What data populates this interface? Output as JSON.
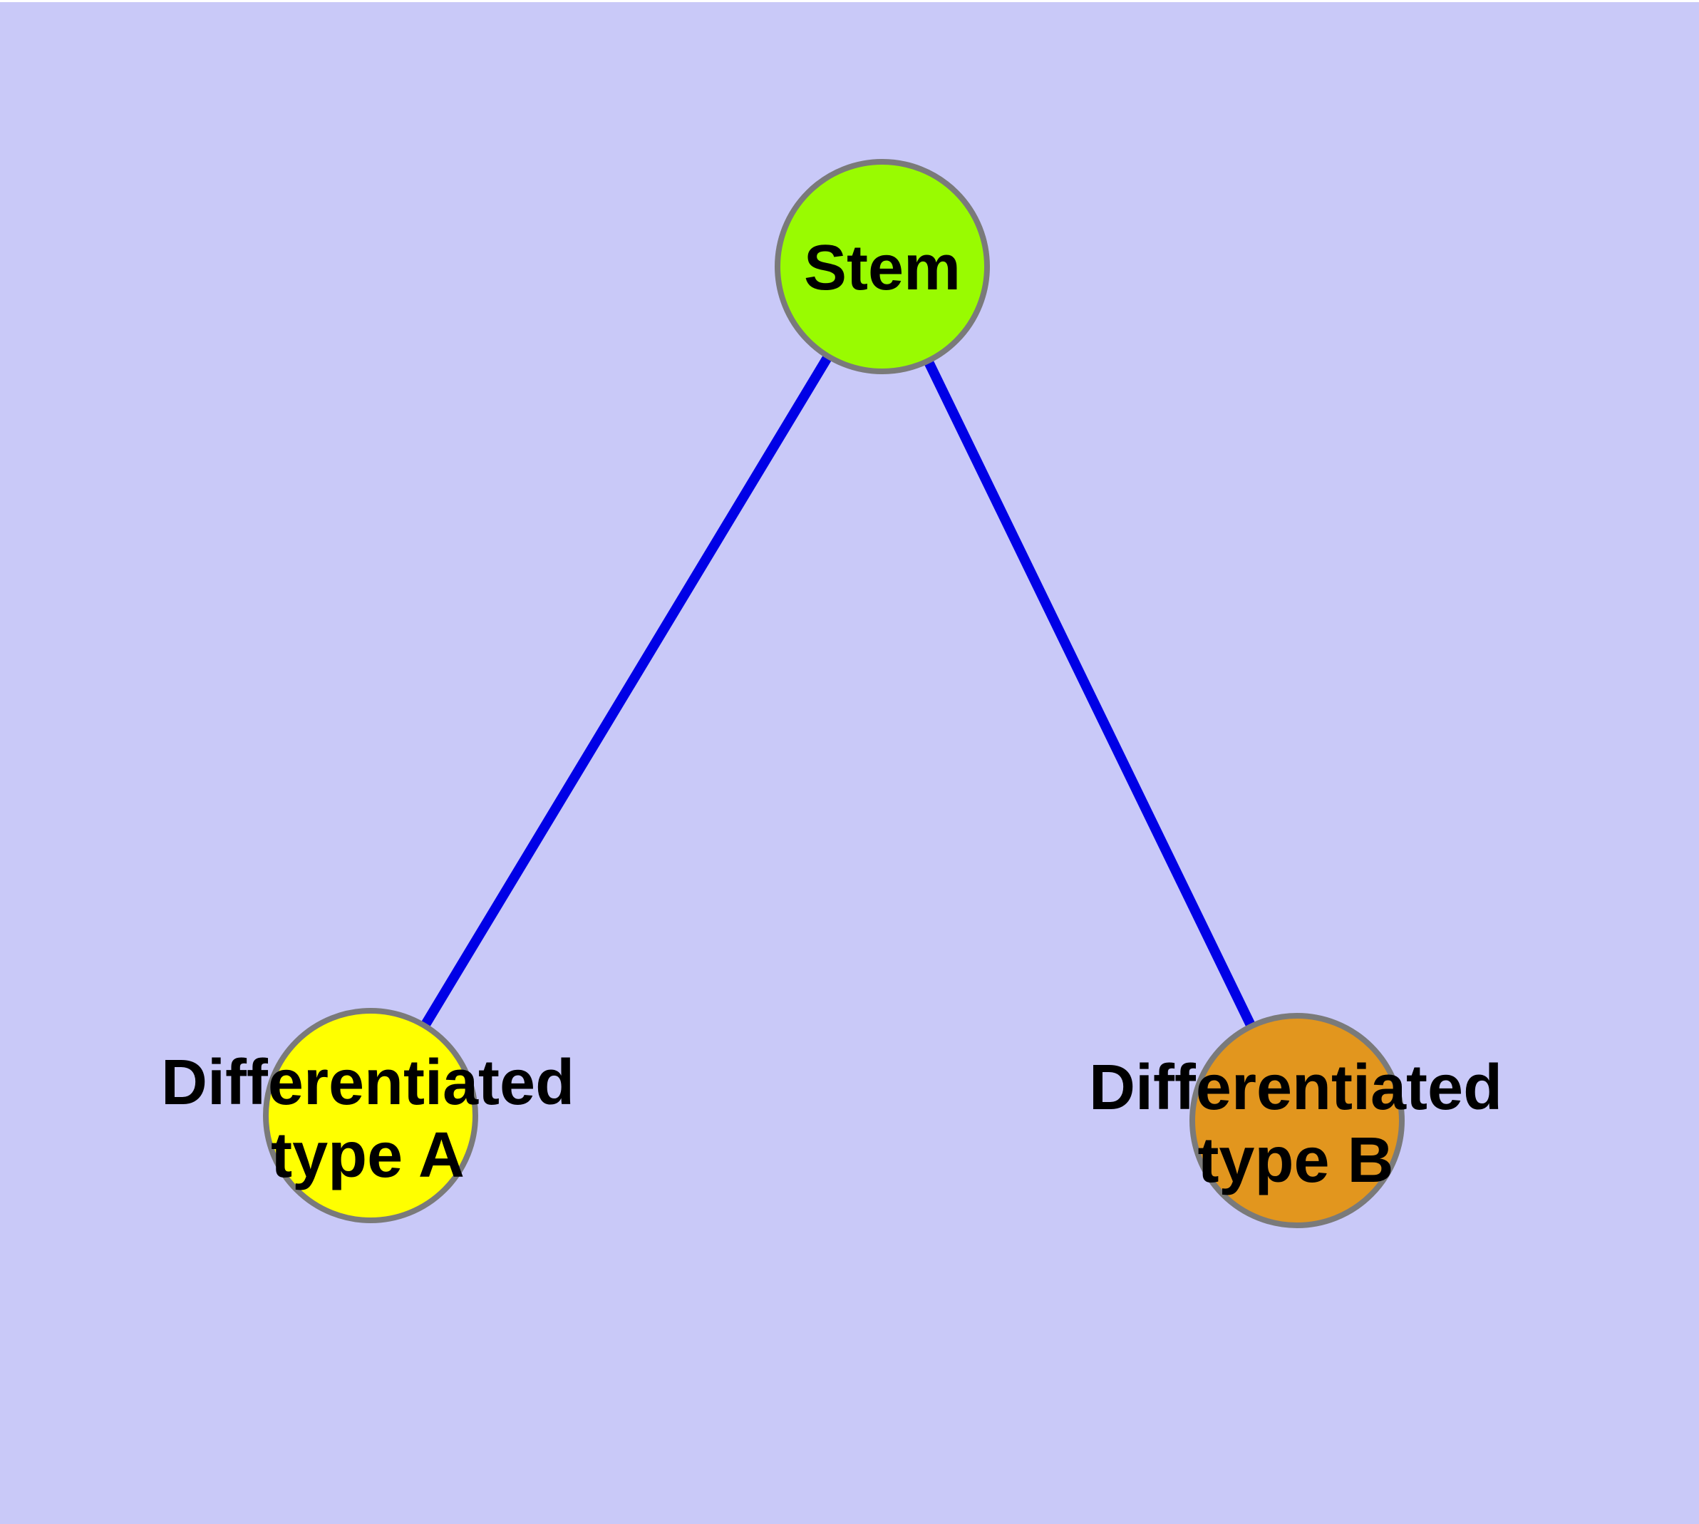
{
  "diagram": {
    "background_color": "#c9c9f8",
    "frame_color": "#ffffff",
    "edge_color": "#0000e6",
    "node_border_color": "#7a7a7a",
    "label_color": "#000000",
    "nodes": [
      {
        "id": "stem",
        "label": "Stem",
        "fill": "#99fb01"
      },
      {
        "id": "type-a",
        "label_line1": "Differentiated",
        "label_line2": "type A",
        "fill": "#ffff00"
      },
      {
        "id": "type-b",
        "label_line1": "Differentiated",
        "label_line2": "type B",
        "fill": "#e2961e"
      }
    ],
    "edges": [
      {
        "source": "Stem",
        "target": "Differentiated type A"
      },
      {
        "source": "Stem",
        "target": "Differentiated type B"
      }
    ]
  }
}
